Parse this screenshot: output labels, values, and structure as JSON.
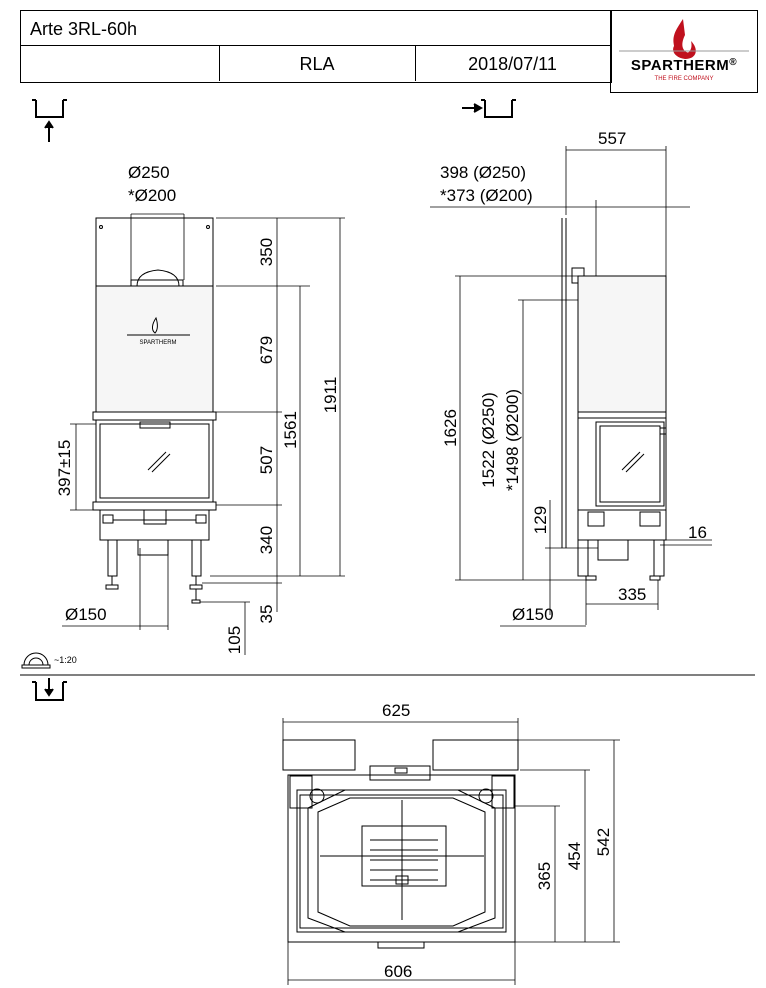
{
  "header": {
    "model": "Arte 3RL-60h",
    "variant": "RLA",
    "date": "2018/07/11",
    "brand": "SPARTHERM",
    "brand_reg": "®",
    "brand_tagline": "THE FIRE COMPANY"
  },
  "scale_label": "~1:20",
  "front_view": {
    "flue_diameter": "Ø250",
    "flue_diameter_alt": "*Ø200",
    "dim_top": "350",
    "dim_upper": "679",
    "dim_door": "507",
    "dim_base": "340",
    "dim_total_1561": "1561",
    "dim_total_1911": "1911",
    "dim_glass": "397±15",
    "dim_feet": "35",
    "dim_air": "105",
    "air_diameter": "Ø150",
    "stove_logo": "SPARTHERM"
  },
  "side_view": {
    "dim_depth": "557",
    "dim_flue_offset": "398 (Ø250)",
    "dim_flue_offset_alt": "*373 (Ø200)",
    "dim_height": "1626",
    "dim_flue_height": "1522 (Ø250)",
    "dim_flue_height_alt": "*1498 (Ø200)",
    "dim_inlet_height": "129",
    "dim_glass_offset": "16",
    "dim_inlet_offset": "335",
    "air_diameter": "Ø150"
  },
  "top_view": {
    "dim_width_top": "625",
    "dim_width_bottom": "606",
    "dim_depth_total": "542",
    "dim_depth_454": "454",
    "dim_depth_365": "365"
  }
}
